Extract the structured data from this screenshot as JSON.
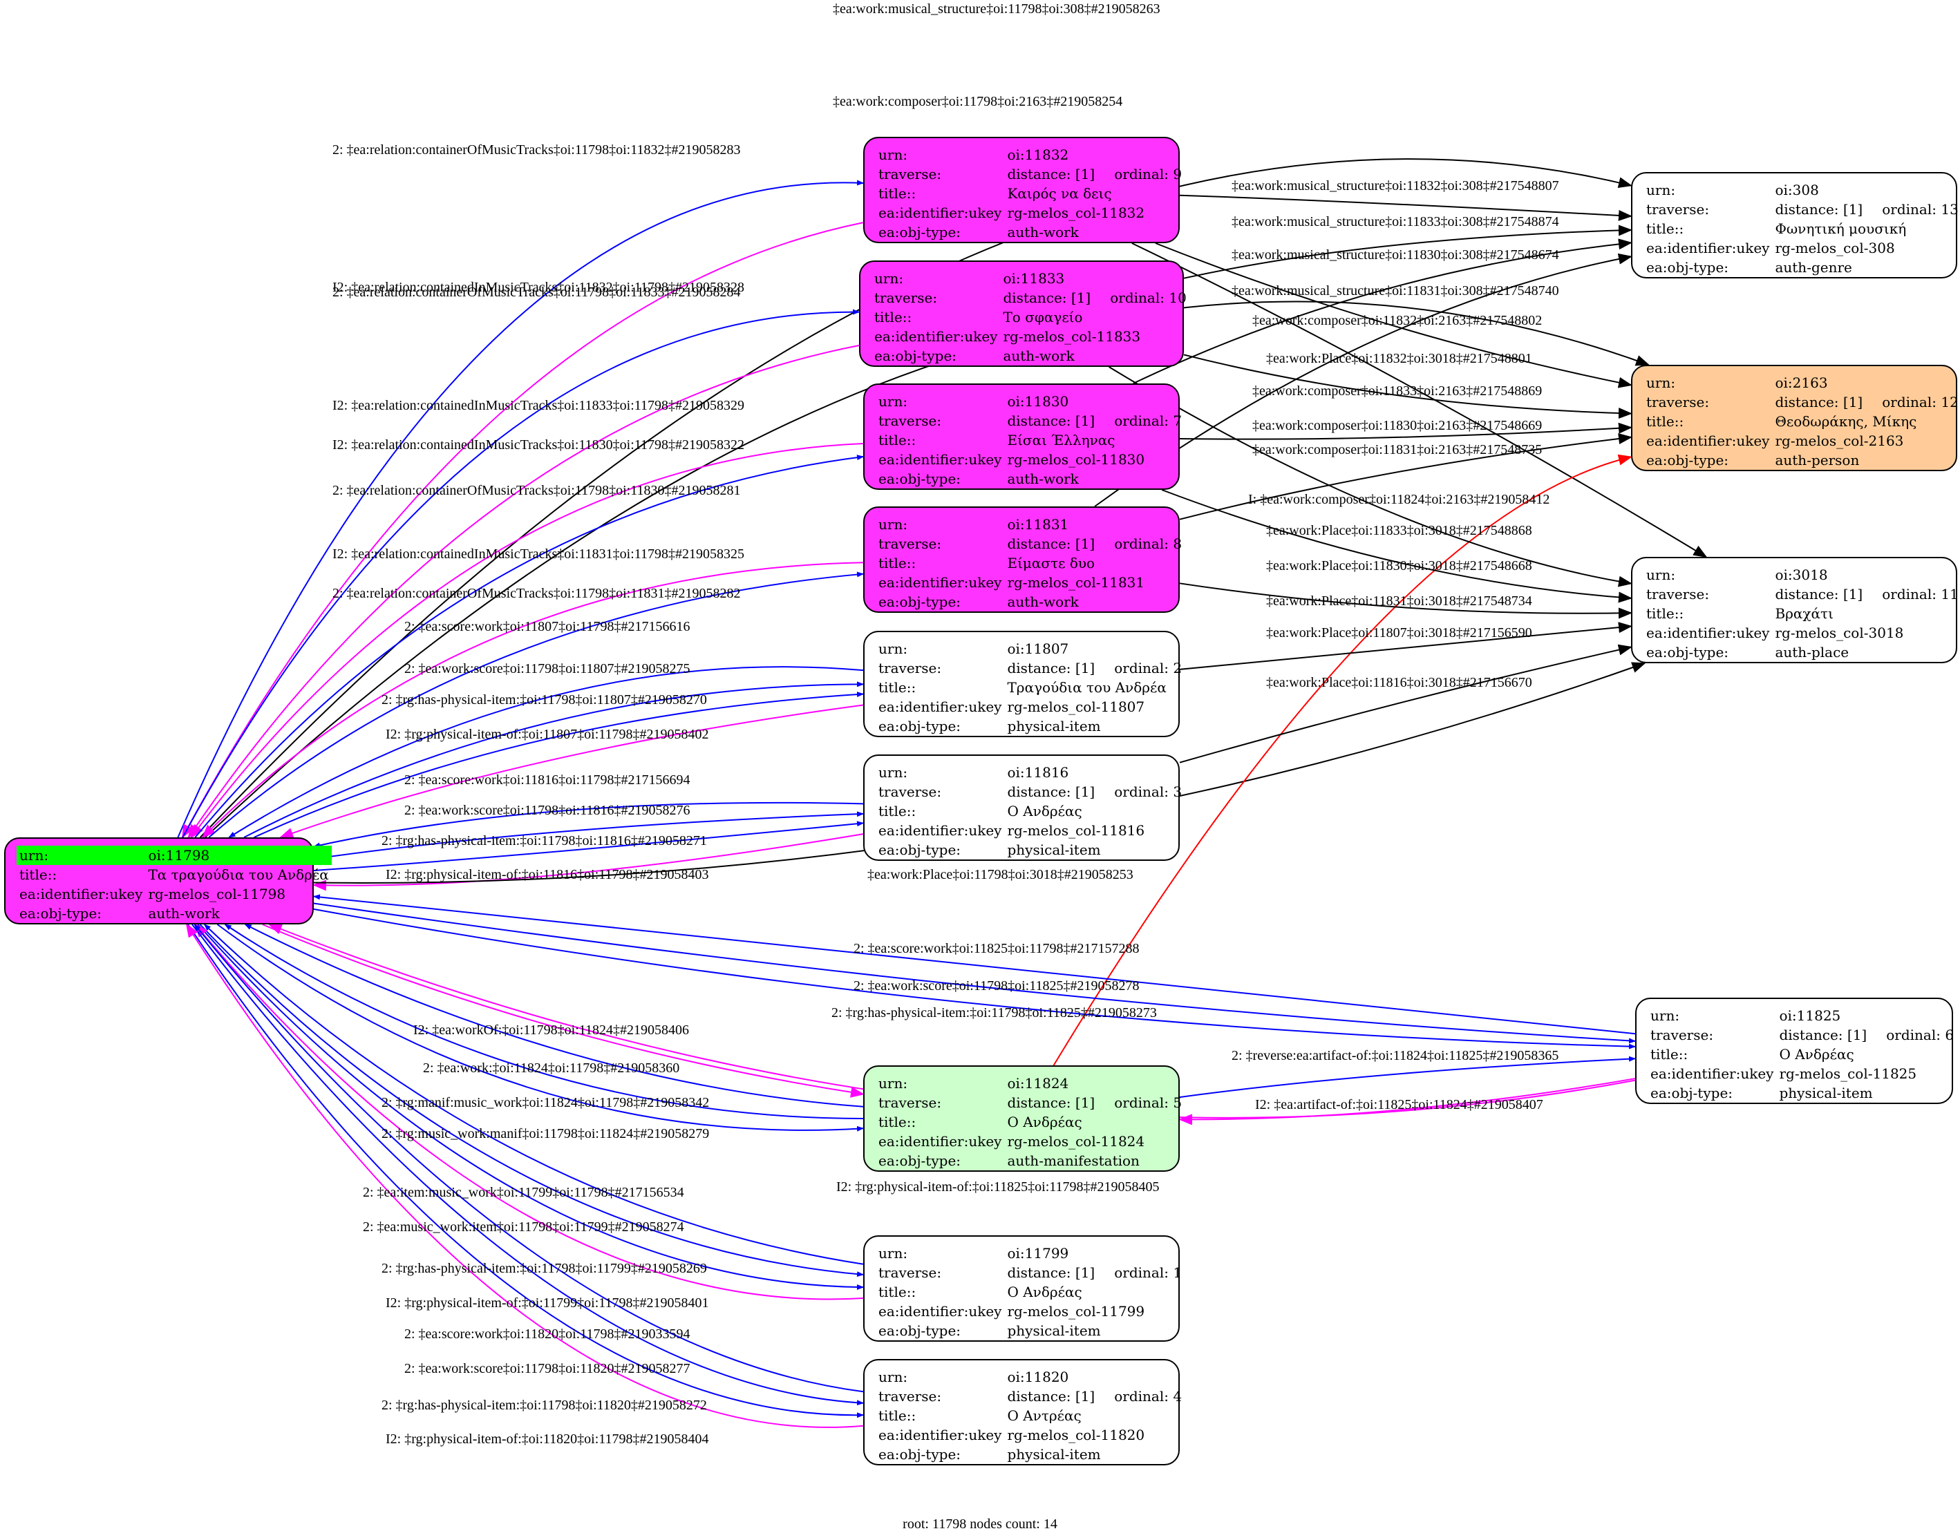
{
  "colors": {
    "work_fill": "#ff33ff",
    "root_urn_highlight": "#00ff00",
    "manifestation_fill": "#ccffcc",
    "person_fill": "#ffcc99",
    "default_fill": "#ffffff",
    "edge_forward": "#0000ff",
    "edge_inverse": "#ff00ff",
    "edge_plain": "#000000",
    "edge_inferred": "#ff0000"
  },
  "row_labels": {
    "urn": "urn:",
    "traverse": "traverse:",
    "title": "title::",
    "ukey": "ea:identifier:ukey",
    "type": "ea:obj-type:"
  },
  "nodes": [
    {
      "id": "11798",
      "urn": "oi:11798",
      "traverse": "",
      "ordinal": "",
      "title": "Τα τραγούδια του Ανδρέα",
      "ukey": "rg-melos_col-11798",
      "type": "auth-work",
      "fill": "work_fill",
      "root": true
    },
    {
      "id": "11832",
      "urn": "oi:11832",
      "traverse": "distance: [1]",
      "ordinal": "ordinal: 9",
      "title": "Καιρός να δεις",
      "ukey": "rg-melos_col-11832",
      "type": "auth-work",
      "fill": "work_fill"
    },
    {
      "id": "11833",
      "urn": "oi:11833",
      "traverse": "distance: [1]",
      "ordinal": "ordinal: 10",
      "title": "Το σφαγείο",
      "ukey": "rg-melos_col-11833",
      "type": "auth-work",
      "fill": "work_fill"
    },
    {
      "id": "11830",
      "urn": "oi:11830",
      "traverse": "distance: [1]",
      "ordinal": "ordinal: 7",
      "title": "Είσαι Έλληνας",
      "ukey": "rg-melos_col-11830",
      "type": "auth-work",
      "fill": "work_fill"
    },
    {
      "id": "11831",
      "urn": "oi:11831",
      "traverse": "distance: [1]",
      "ordinal": "ordinal: 8",
      "title": "Είμαστε δυο",
      "ukey": "rg-melos_col-11831",
      "type": "auth-work",
      "fill": "work_fill"
    },
    {
      "id": "11807",
      "urn": "oi:11807",
      "traverse": "distance: [1]",
      "ordinal": "ordinal: 2",
      "title": "Τραγούδια του Ανδρέα",
      "ukey": "rg-melos_col-11807",
      "type": "physical-item",
      "fill": "default_fill"
    },
    {
      "id": "11816",
      "urn": "oi:11816",
      "traverse": "distance: [1]",
      "ordinal": "ordinal: 3",
      "title": "Ο Ανδρέας",
      "ukey": "rg-melos_col-11816",
      "type": "physical-item",
      "fill": "default_fill"
    },
    {
      "id": "11824",
      "urn": "oi:11824",
      "traverse": "distance: [1]",
      "ordinal": "ordinal: 5",
      "title": "Ο Ανδρέας",
      "ukey": "rg-melos_col-11824",
      "type": "auth-manifestation",
      "fill": "manifestation_fill"
    },
    {
      "id": "11799",
      "urn": "oi:11799",
      "traverse": "distance: [1]",
      "ordinal": "ordinal: 1",
      "title": "Ο Ανδρέας",
      "ukey": "rg-melos_col-11799",
      "type": "physical-item",
      "fill": "default_fill"
    },
    {
      "id": "11820",
      "urn": "oi:11820",
      "traverse": "distance: [1]",
      "ordinal": "ordinal: 4",
      "title": "Ο Αντρέας",
      "ukey": "rg-melos_col-11820",
      "type": "physical-item",
      "fill": "default_fill"
    },
    {
      "id": "308",
      "urn": "oi:308",
      "traverse": "distance: [1]",
      "ordinal": "ordinal: 13",
      "title": "Φωνητική μουσική",
      "ukey": "rg-melos_col-308",
      "type": "auth-genre",
      "fill": "default_fill"
    },
    {
      "id": "2163",
      "urn": "oi:2163",
      "traverse": "distance: [1]",
      "ordinal": "ordinal: 12",
      "title": "Θεοδωράκης, Μίκης",
      "ukey": "rg-melos_col-2163",
      "type": "auth-person",
      "fill": "person_fill"
    },
    {
      "id": "3018",
      "urn": "oi:3018",
      "traverse": "distance: [1]",
      "ordinal": "ordinal: 11",
      "title": "Βραχάτι",
      "ukey": "rg-melos_col-3018",
      "type": "auth-place",
      "fill": "default_fill"
    },
    {
      "id": "11825",
      "urn": "oi:11825",
      "traverse": "distance: [1]",
      "ordinal": "ordinal: 6",
      "title": "Ο Ανδρέας",
      "ukey": "rg-melos_col-11825",
      "type": "physical-item",
      "fill": "default_fill"
    }
  ],
  "edges": [
    {
      "from": "11798",
      "to": "308",
      "kind": "edge_plain",
      "label": "‡ea:work:musical_structure‡oi:11798‡oi:308‡#219058263"
    },
    {
      "from": "11798",
      "to": "2163",
      "kind": "edge_plain",
      "label": "‡ea:work:composer‡oi:11798‡oi:2163‡#219058254"
    },
    {
      "from": "11798",
      "to": "11832",
      "kind": "edge_forward",
      "label": "2: ‡ea:relation:containerOfMusicTracks‡oi:11798‡oi:11832‡#219058283"
    },
    {
      "from": "11832",
      "to": "11798",
      "kind": "edge_inverse",
      "label": "I2: ‡ea:relation:containedInMusicTracks‡oi:11832‡oi:11798‡#219058328"
    },
    {
      "from": "11798",
      "to": "11833",
      "kind": "edge_forward",
      "label": "2: ‡ea:relation:containerOfMusicTracks‡oi:11798‡oi:11833‡#219058284"
    },
    {
      "from": "11833",
      "to": "11798",
      "kind": "edge_inverse",
      "label": "I2: ‡ea:relation:containedInMusicTracks‡oi:11833‡oi:11798‡#219058329"
    },
    {
      "from": "11830",
      "to": "11798",
      "kind": "edge_inverse",
      "label": "I2: ‡ea:relation:containedInMusicTracks‡oi:11830‡oi:11798‡#219058322"
    },
    {
      "from": "11798",
      "to": "11830",
      "kind": "edge_forward",
      "label": "2: ‡ea:relation:containerOfMusicTracks‡oi:11798‡oi:11830‡#219058281"
    },
    {
      "from": "11831",
      "to": "11798",
      "kind": "edge_inverse",
      "label": "I2: ‡ea:relation:containedInMusicTracks‡oi:11831‡oi:11798‡#219058325"
    },
    {
      "from": "11798",
      "to": "11831",
      "kind": "edge_forward",
      "label": "2: ‡ea:relation:containerOfMusicTracks‡oi:11798‡oi:11831‡#219058282"
    },
    {
      "from": "11807",
      "to": "11798",
      "kind": "edge_forward",
      "label": "2: ‡ea:score:work‡oi:11807‡oi:11798‡#217156616"
    },
    {
      "from": "11798",
      "to": "11807",
      "kind": "edge_forward",
      "label": "2: ‡ea:work:score‡oi:11798‡oi:11807‡#219058275"
    },
    {
      "from": "11798",
      "to": "11807",
      "kind": "edge_forward",
      "label": "2: ‡rg:has-physical-item:‡oi:11798‡oi:11807‡#219058270"
    },
    {
      "from": "11807",
      "to": "11798",
      "kind": "edge_inverse",
      "label": "I2: ‡rg:physical-item-of:‡oi:11807‡oi:11798‡#219058402"
    },
    {
      "from": "11816",
      "to": "11798",
      "kind": "edge_forward",
      "label": "2: ‡ea:score:work‡oi:11816‡oi:11798‡#217156694"
    },
    {
      "from": "11798",
      "to": "11816",
      "kind": "edge_forward",
      "label": "2: ‡ea:work:score‡oi:11798‡oi:11816‡#219058276"
    },
    {
      "from": "11798",
      "to": "11816",
      "kind": "edge_forward",
      "label": "2: ‡rg:has-physical-item:‡oi:11798‡oi:11816‡#219058271"
    },
    {
      "from": "11816",
      "to": "11798",
      "kind": "edge_inverse",
      "label": "I2: ‡rg:physical-item-of:‡oi:11816‡oi:11798‡#219058403"
    },
    {
      "from": "11798",
      "to": "3018",
      "kind": "edge_plain",
      "label": "‡ea:work:Place‡oi:11798‡oi:3018‡#219058253"
    },
    {
      "from": "11832",
      "to": "308",
      "kind": "edge_plain",
      "label": "‡ea:work:musical_structure‡oi:11832‡oi:308‡#217548807"
    },
    {
      "from": "11833",
      "to": "308",
      "kind": "edge_plain",
      "label": "‡ea:work:musical_structure‡oi:11833‡oi:308‡#217548874"
    },
    {
      "from": "11830",
      "to": "308",
      "kind": "edge_plain",
      "label": "‡ea:work:musical_structure‡oi:11830‡oi:308‡#217548674"
    },
    {
      "from": "11831",
      "to": "308",
      "kind": "edge_plain",
      "label": "‡ea:work:musical_structure‡oi:11831‡oi:308‡#217548740"
    },
    {
      "from": "11832",
      "to": "2163",
      "kind": "edge_plain",
      "label": "‡ea:work:composer‡oi:11832‡oi:2163‡#217548802"
    },
    {
      "from": "11832",
      "to": "3018",
      "kind": "edge_plain",
      "label": "‡ea:work:Place‡oi:11832‡oi:3018‡#217548801"
    },
    {
      "from": "11833",
      "to": "2163",
      "kind": "edge_plain",
      "label": "‡ea:work:composer‡oi:11833‡oi:2163‡#217548869"
    },
    {
      "from": "11830",
      "to": "2163",
      "kind": "edge_plain",
      "label": "‡ea:work:composer‡oi:11830‡oi:2163‡#217548669"
    },
    {
      "from": "11831",
      "to": "2163",
      "kind": "edge_plain",
      "label": "‡ea:work:composer‡oi:11831‡oi:2163‡#217548735"
    },
    {
      "from": "11824",
      "to": "2163",
      "kind": "edge_inferred",
      "label": "I: ‡ea:work:composer‡oi:11824‡oi:2163‡#219058412"
    },
    {
      "from": "11833",
      "to": "3018",
      "kind": "edge_plain",
      "label": "‡ea:work:Place‡oi:11833‡oi:3018‡#217548868"
    },
    {
      "from": "11830",
      "to": "3018",
      "kind": "edge_plain",
      "label": "‡ea:work:Place‡oi:11830‡oi:3018‡#217548668"
    },
    {
      "from": "11831",
      "to": "3018",
      "kind": "edge_plain",
      "label": "‡ea:work:Place‡oi:11831‡oi:3018‡#217548734"
    },
    {
      "from": "11807",
      "to": "3018",
      "kind": "edge_plain",
      "label": "‡ea:work:Place‡oi:11807‡oi:3018‡#217156590"
    },
    {
      "from": "11816",
      "to": "3018",
      "kind": "edge_plain",
      "label": "‡ea:work:Place‡oi:11816‡oi:3018‡#217156670"
    },
    {
      "from": "11825",
      "to": "11798",
      "kind": "edge_forward",
      "label": "2: ‡ea:score:work‡oi:11825‡oi:11798‡#217157288"
    },
    {
      "from": "11798",
      "to": "11825",
      "kind": "edge_forward",
      "label": "2: ‡ea:work:score‡oi:11798‡oi:11825‡#219058278"
    },
    {
      "from": "11798",
      "to": "11825",
      "kind": "edge_forward",
      "label": "2: ‡rg:has-physical-item:‡oi:11798‡oi:11825‡#219058273"
    },
    {
      "from": "11798",
      "to": "11824",
      "kind": "edge_inverse",
      "label": "I2: ‡ea:workOf:‡oi:11798‡oi:11824‡#219058406"
    },
    {
      "from": "11824",
      "to": "11825",
      "kind": "edge_forward",
      "label": "2: ‡reverse:ea:artifact-of:‡oi:11824‡oi:11825‡#219058365"
    },
    {
      "from": "11824",
      "to": "11798",
      "kind": "edge_forward",
      "label": "2: ‡ea:work:‡oi:11824‡oi:11798‡#219058360"
    },
    {
      "from": "11825",
      "to": "11824",
      "kind": "edge_inverse",
      "label": "I2: ‡ea:artifact-of:‡oi:11825‡oi:11824‡#219058407"
    },
    {
      "from": "11824",
      "to": "11798",
      "kind": "edge_forward",
      "label": "2: ‡rg:manif:music_work‡oi:11824‡oi:11798‡#219058342"
    },
    {
      "from": "11798",
      "to": "11824",
      "kind": "edge_forward",
      "label": "2: ‡rg:music_work:manif‡oi:11798‡oi:11824‡#219058279"
    },
    {
      "from": "11825",
      "to": "11798",
      "kind": "edge_inverse",
      "label": "I2: ‡rg:physical-item-of:‡oi:11825‡oi:11798‡#219058405"
    },
    {
      "from": "11799",
      "to": "11798",
      "kind": "edge_forward",
      "label": "2: ‡ea:item:music_work‡oi:11799‡oi:11798‡#217156534"
    },
    {
      "from": "11798",
      "to": "11799",
      "kind": "edge_forward",
      "label": "2: ‡ea:music_work:item‡oi:11798‡oi:11799‡#219058274"
    },
    {
      "from": "11798",
      "to": "11799",
      "kind": "edge_forward",
      "label": "2: ‡rg:has-physical-item:‡oi:11798‡oi:11799‡#219058269"
    },
    {
      "from": "11799",
      "to": "11798",
      "kind": "edge_inverse",
      "label": "I2: ‡rg:physical-item-of:‡oi:11799‡oi:11798‡#219058401"
    },
    {
      "from": "11820",
      "to": "11798",
      "kind": "edge_forward",
      "label": "2: ‡ea:score:work‡oi:11820‡oi:11798‡#219033594"
    },
    {
      "from": "11798",
      "to": "11820",
      "kind": "edge_forward",
      "label": "2: ‡ea:work:score‡oi:11798‡oi:11820‡#219058277"
    },
    {
      "from": "11798",
      "to": "11820",
      "kind": "edge_forward",
      "label": "2: ‡rg:has-physical-item:‡oi:11798‡oi:11820‡#219058272"
    },
    {
      "from": "11820",
      "to": "11798",
      "kind": "edge_inverse",
      "label": "I2: ‡rg:physical-item-of:‡oi:11820‡oi:11798‡#219058404"
    }
  ],
  "footer": "root: 11798 nodes count: 14"
}
